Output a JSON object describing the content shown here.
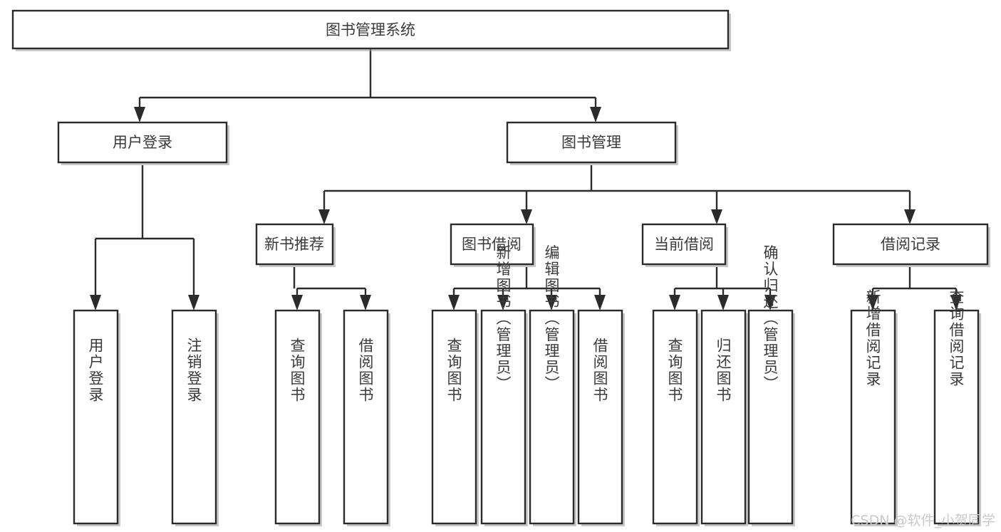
{
  "diagram": {
    "title": "图书管理系统",
    "type": "hierarchy-tree",
    "orientation": "top-down",
    "colors": {
      "box_border": "#2b2b2b",
      "box_fill": "#ffffff",
      "text": "#3a3a3a",
      "connector": "#2b2b2b",
      "shadow": "#9a9a9a",
      "watermark": "#c9c9c9",
      "background": "#ffffff"
    },
    "levels": [
      {
        "level": 1,
        "nodes": [
          {
            "id": "root",
            "label": "图书管理系统",
            "orientation": "horizontal"
          }
        ]
      },
      {
        "level": 2,
        "nodes": [
          {
            "id": "login",
            "label": "用户登录",
            "parent": "root",
            "orientation": "horizontal"
          },
          {
            "id": "bookmgmt",
            "label": "图书管理",
            "parent": "root",
            "orientation": "horizontal"
          }
        ]
      },
      {
        "level": 3,
        "nodes": [
          {
            "id": "newbook",
            "label": "新书推荐",
            "parent": "bookmgmt",
            "orientation": "horizontal"
          },
          {
            "id": "borrow",
            "label": "图书借阅",
            "parent": "bookmgmt",
            "orientation": "horizontal"
          },
          {
            "id": "current",
            "label": "当前借阅",
            "parent": "bookmgmt",
            "orientation": "horizontal"
          },
          {
            "id": "records",
            "label": "借阅记录",
            "parent": "bookmgmt",
            "orientation": "horizontal"
          }
        ]
      },
      {
        "level": 4,
        "nodes": [
          {
            "id": "leaf1",
            "label": "用户登录",
            "parent": "login",
            "orientation": "vertical"
          },
          {
            "id": "leaf2",
            "label": "注销登录",
            "parent": "login",
            "orientation": "vertical"
          },
          {
            "id": "leaf3",
            "label": "查询图书",
            "parent": "newbook",
            "orientation": "vertical"
          },
          {
            "id": "leaf4",
            "label": "借阅图书",
            "parent": "newbook",
            "orientation": "vertical"
          },
          {
            "id": "leaf5",
            "label": "查询图书",
            "parent": "borrow",
            "orientation": "vertical"
          },
          {
            "id": "leaf6",
            "label": "新增图书（管理员）",
            "parent": "borrow",
            "orientation": "vertical"
          },
          {
            "id": "leaf7",
            "label": "编辑图书（管理员）",
            "parent": "borrow",
            "orientation": "vertical"
          },
          {
            "id": "leaf8",
            "label": "借阅图书",
            "parent": "borrow",
            "orientation": "vertical"
          },
          {
            "id": "leaf9",
            "label": "查询图书",
            "parent": "current",
            "orientation": "vertical"
          },
          {
            "id": "leaf10",
            "label": "归还图书",
            "parent": "current",
            "orientation": "vertical"
          },
          {
            "id": "leaf11",
            "label": "确认归还（管理员）",
            "parent": "current",
            "orientation": "vertical"
          },
          {
            "id": "leaf12",
            "label": "新增借阅记录",
            "parent": "records",
            "orientation": "vertical"
          },
          {
            "id": "leaf13",
            "label": "查询借阅记录",
            "parent": "records",
            "orientation": "vertical"
          }
        ]
      }
    ]
  },
  "watermark": {
    "text": "CSDN @软件_小贺同学"
  }
}
